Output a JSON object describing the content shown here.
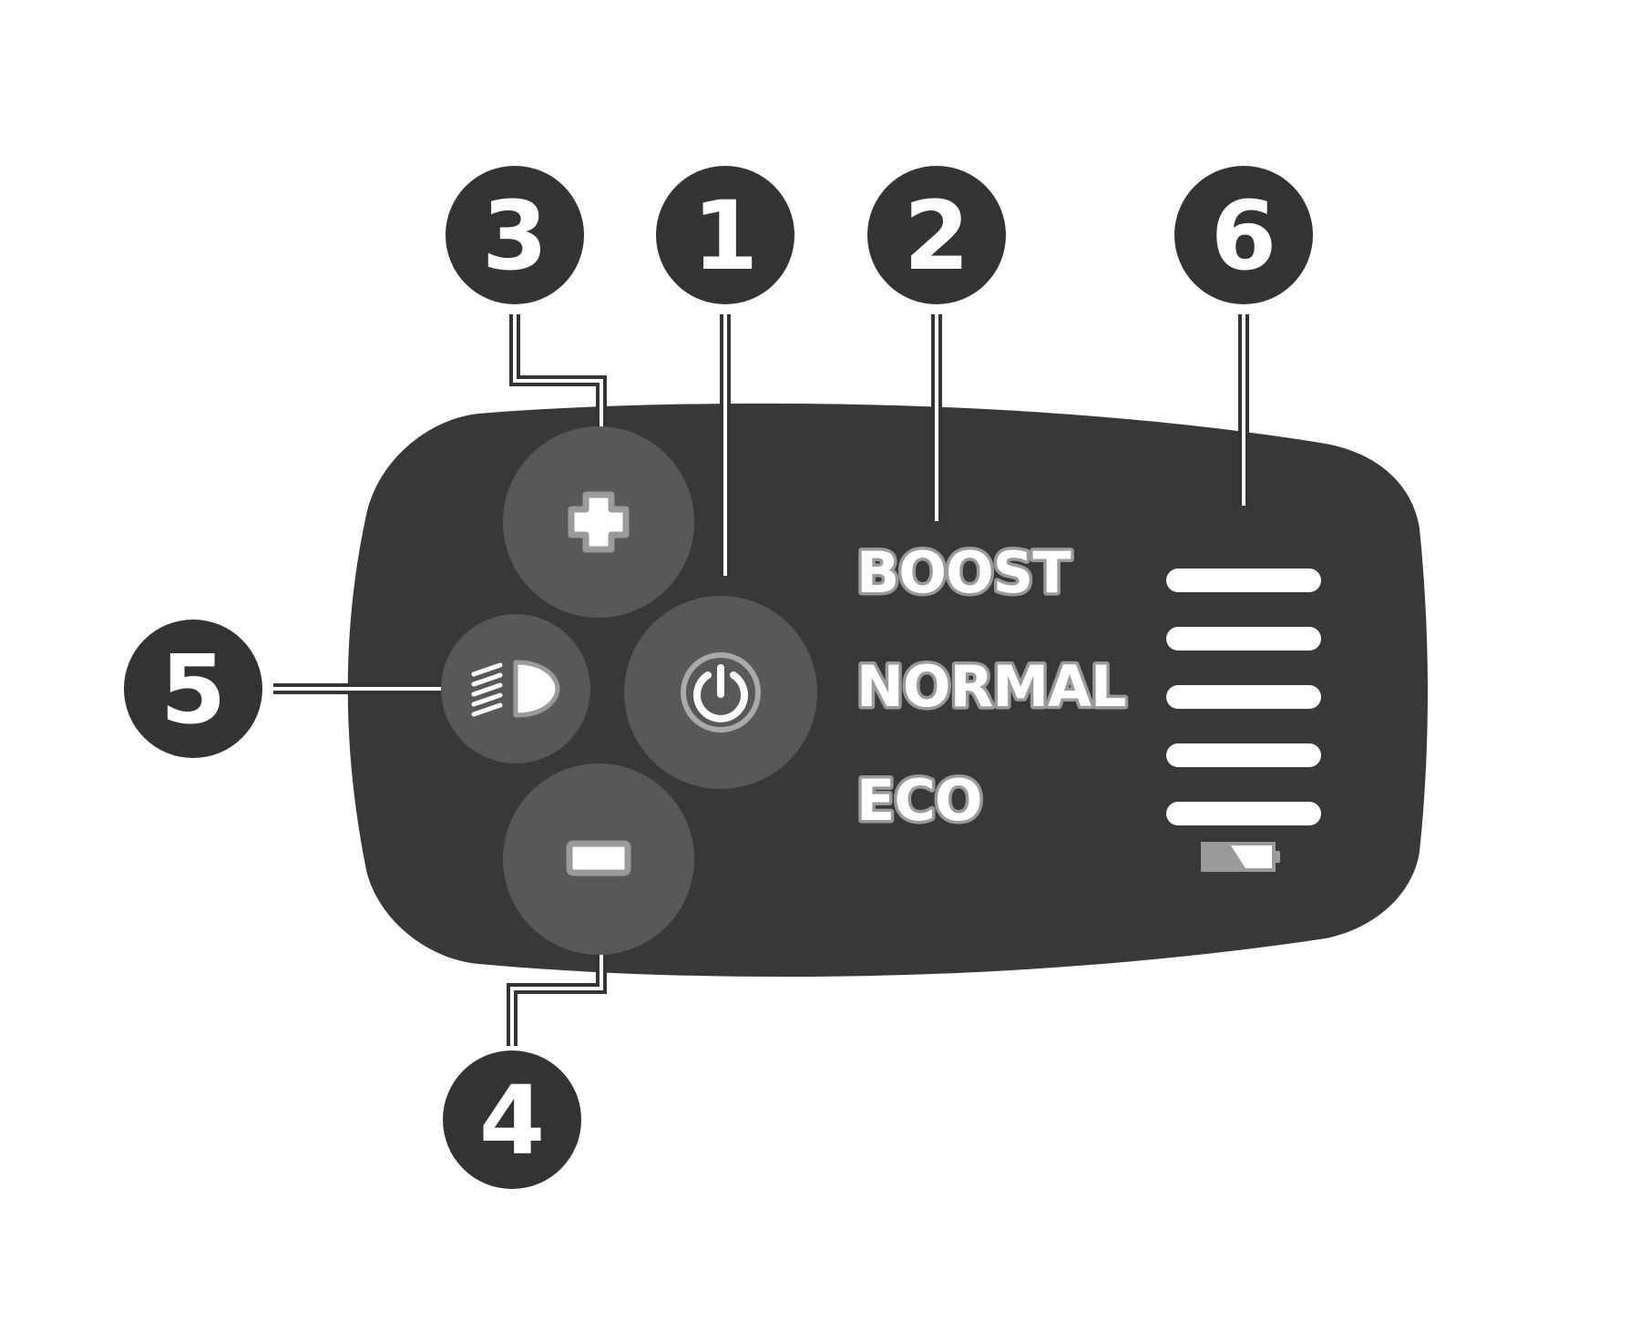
{
  "callouts": [
    {
      "number": "1",
      "target": "power-button"
    },
    {
      "number": "2",
      "target": "mode-labels"
    },
    {
      "number": "3",
      "target": "plus-button"
    },
    {
      "number": "4",
      "target": "minus-button"
    },
    {
      "number": "5",
      "target": "light-button"
    },
    {
      "number": "6",
      "target": "level-bars"
    }
  ],
  "modes": [
    "BOOST",
    "NORMAL",
    "ECO"
  ],
  "level_bar_count": 5,
  "battery_level": 0.5,
  "icons": {
    "plus": "plus-icon",
    "minus": "minus-icon",
    "power": "power-icon",
    "light": "headlight-icon",
    "battery": "battery-icon"
  },
  "colors": {
    "body": "#383838",
    "button": "#585858",
    "callout": "#333333",
    "label_outline": "#9a9a9a",
    "bar": "#ffffff"
  }
}
